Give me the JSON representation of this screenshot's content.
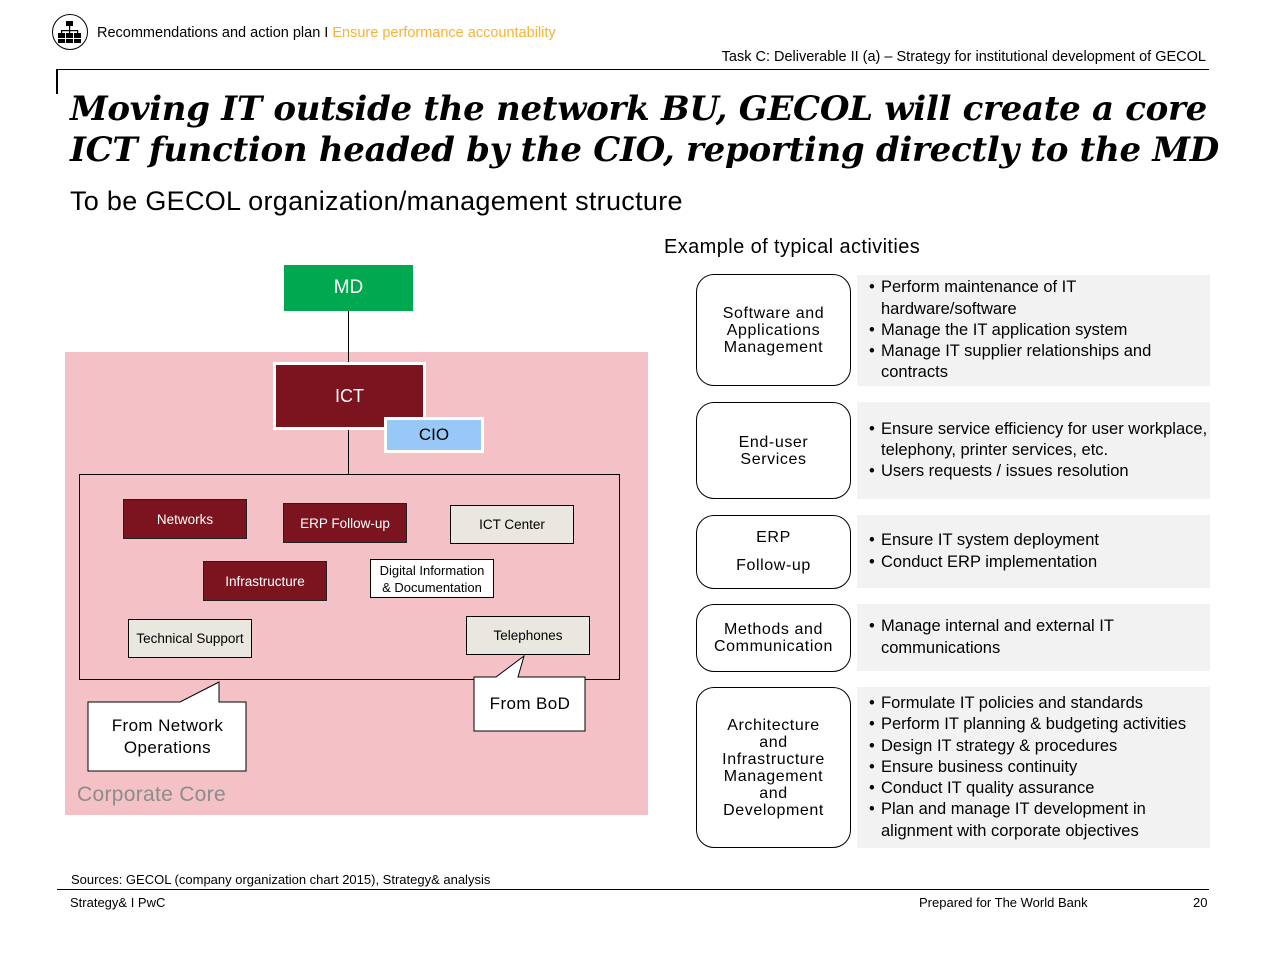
{
  "header": {
    "breadcrumb_main": "Recommendations and action plan",
    "breadcrumb_sep": " I ",
    "breadcrumb_accent": "Ensure performance accountability",
    "task": "Task C: Deliverable II (a) – Strategy for institutional development of GECOL",
    "logo_icon": "org-chart-icon"
  },
  "title": "Moving IT outside the network BU, GECOL will create a core ICT function headed by the CIO, reporting directly to the MD",
  "subtitle": "To be GECOL organization/management structure",
  "org": {
    "md": "MD",
    "ict": "ICT",
    "cio": "CIO",
    "units": {
      "networks": "Networks",
      "erp": "ERP Follow-up",
      "ict_center": "ICT Center",
      "infrastructure": "Infrastructure",
      "digital_line1": "Digital Information",
      "digital_line2": "& Documentation",
      "technical_support": "Technical Support",
      "telephones": "Telephones"
    },
    "callout_network_line1": "From Network",
    "callout_network_line2": "Operations",
    "callout_bod": "From BoD",
    "corporate_core": "Corporate Core",
    "colors": {
      "md": "#00a94f",
      "maroon": "#7c1420",
      "cio": "#98c8f8",
      "pink": "#f4c2c6"
    }
  },
  "activities": {
    "heading": "Example of typical activities",
    "rows": [
      {
        "label": [
          "Software and",
          "Applications",
          "Management"
        ],
        "items": [
          "Perform maintenance of IT hardware/software",
          "Manage the IT application system",
          "Manage IT supplier relationships and contracts"
        ]
      },
      {
        "label": [
          "End-user",
          "Services"
        ],
        "items": [
          "Ensure service efficiency for user workplace, telephony, printer services, etc.",
          "Users requests / issues resolution"
        ]
      },
      {
        "label": [
          "ERP",
          "Follow-up"
        ],
        "items": [
          "Ensure IT system deployment",
          "Conduct ERP implementation"
        ]
      },
      {
        "label": [
          "Methods and",
          "Communication"
        ],
        "items": [
          "Manage internal and external IT communications"
        ]
      },
      {
        "label": [
          "Architecture",
          "and",
          "Infrastructure",
          "Management",
          "and",
          "Development"
        ],
        "items": [
          "Formulate IT policies and standards",
          "Perform IT planning & budgeting activities",
          "Design IT strategy & procedures",
          "Ensure business continuity",
          "Conduct IT quality assurance",
          "Plan and manage IT development in alignment with corporate objectives"
        ]
      }
    ]
  },
  "footer": {
    "sources": "Sources: GECOL (company organization chart 2015), Strategy& analysis",
    "left": "Strategy& I PwC",
    "middle": "Prepared for The World Bank",
    "page": "20"
  }
}
